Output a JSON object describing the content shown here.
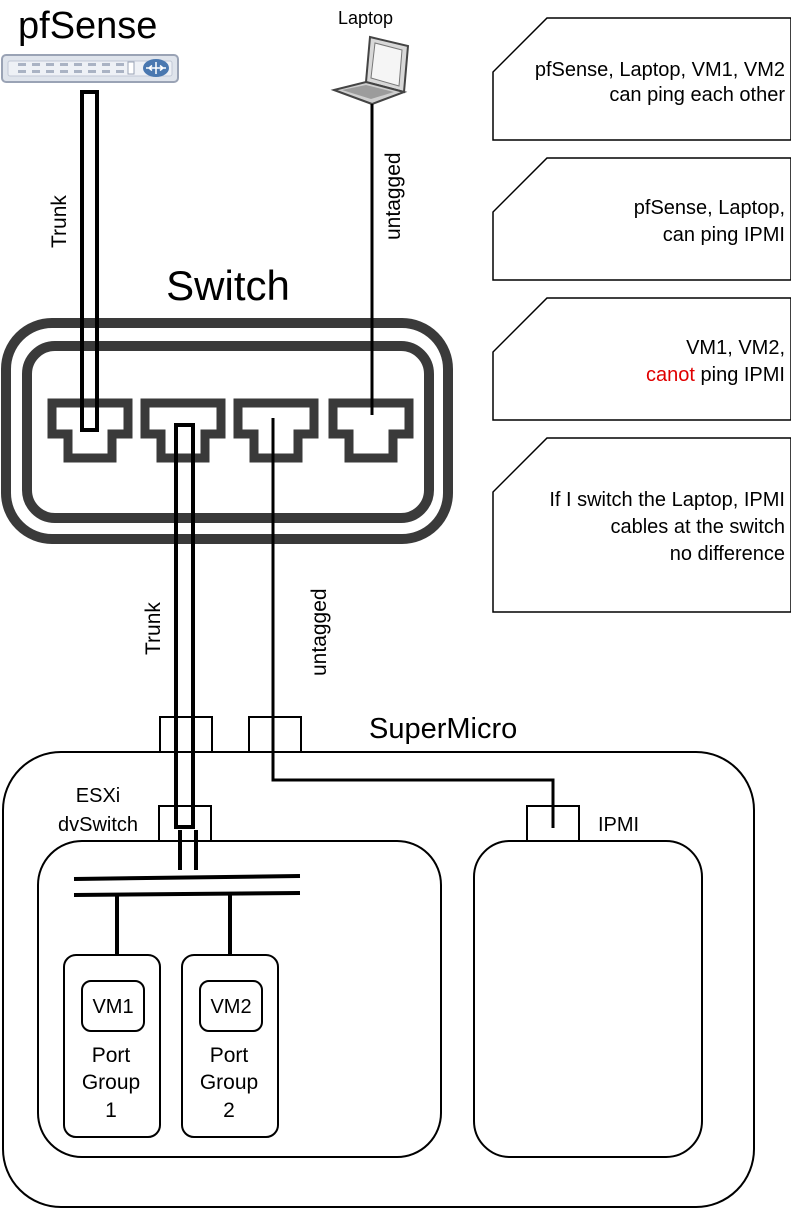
{
  "devices": {
    "pfsense_label": "pfSense",
    "laptop_label": "Laptop",
    "switch_label": "Switch",
    "supermicro_label": "SuperMicro",
    "esxi_label_line1": "ESXi",
    "esxi_label_line2": "dvSwitch",
    "ipmi_label": "IPMI"
  },
  "links": {
    "pfsense_switch": "Trunk",
    "laptop_switch": "untagged",
    "switch_esxi": "Trunk",
    "switch_ipmi": "untagged"
  },
  "port_groups": [
    {
      "vm": "VM1",
      "line1": "Port",
      "line2": "Group",
      "line3": "1"
    },
    {
      "vm": "VM2",
      "line1": "Port",
      "line2": "Group",
      "line3": "2"
    }
  ],
  "notes": [
    {
      "line1": "pfSense, Laptop, VM1, VM2",
      "line2": "can ping each other"
    },
    {
      "line1": "pfSense, Laptop,",
      "line2": "can ping IPMI"
    },
    {
      "line1": "VM1, VM2,",
      "line2_highlight": "canot",
      "line2_rest": " ping IPMI"
    },
    {
      "line1": "If I switch the Laptop, IPMI",
      "line2": "cables at the switch",
      "line3": "no difference"
    }
  ],
  "colors": {
    "line": "#000000",
    "switch_body": "#3a3a3a",
    "highlight_text": "#e00000",
    "router_body": "#dfe4ec",
    "router_border": "#9aa3b5",
    "router_button": "#4a78b0"
  },
  "icons": {
    "router": "router-icon",
    "laptop": "laptop-icon",
    "ethernet_port": "ethernet-port-icon"
  }
}
